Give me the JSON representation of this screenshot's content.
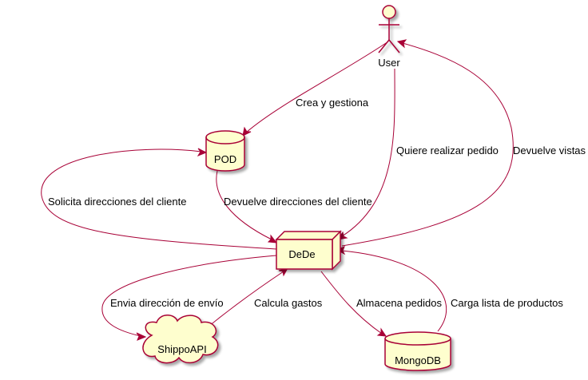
{
  "colors": {
    "node_fill": "#FEFECE",
    "node_stroke": "#A80036",
    "edge": "#A80036",
    "text": "#000000",
    "background": "#FFFFFF"
  },
  "nodes": {
    "user": {
      "label": "User",
      "shape": "actor"
    },
    "pod": {
      "label": "POD",
      "shape": "database"
    },
    "dede": {
      "label": "DeDe",
      "shape": "node"
    },
    "shippo": {
      "label": "ShippoAPI",
      "shape": "cloud"
    },
    "mongodb": {
      "label": "MongoDB",
      "shape": "database"
    }
  },
  "edges": [
    {
      "from": "User",
      "to": "POD",
      "label": "Crea y gestiona"
    },
    {
      "from": "User",
      "to": "DeDe",
      "label": "Quiere realizar pedido"
    },
    {
      "from": "DeDe",
      "to": "User",
      "label": "Devuelve vistas"
    },
    {
      "from": "DeDe",
      "to": "POD",
      "label": "Solicita direcciones del cliente"
    },
    {
      "from": "POD",
      "to": "DeDe",
      "label": "Devuelve direcciones del cliente"
    },
    {
      "from": "DeDe",
      "to": "ShippoAPI",
      "label": "Envia dirección de envío"
    },
    {
      "from": "ShippoAPI",
      "to": "DeDe",
      "label": "Calcula gastos"
    },
    {
      "from": "DeDe",
      "to": "MongoDB",
      "label": "Almacena pedidos"
    },
    {
      "from": "MongoDB",
      "to": "DeDe",
      "label": "Carga lista de productos"
    }
  ]
}
